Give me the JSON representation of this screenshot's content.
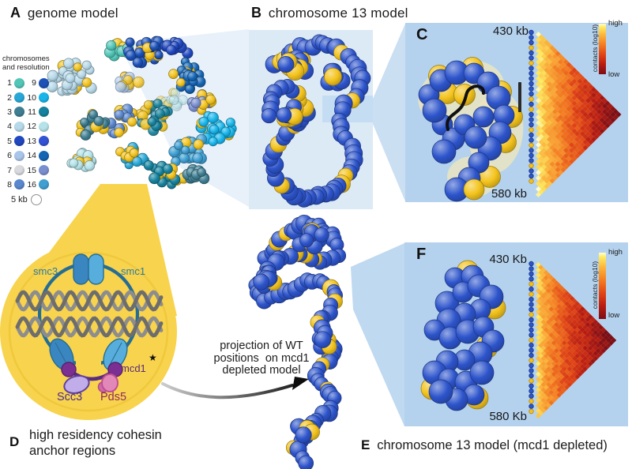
{
  "palette": {
    "sphere_blue": "#2d54cb",
    "sphere_yellow": "#f3c31c",
    "panel_light_blue": "#b4d2ee",
    "panel_pale_blue": "#dceaf6",
    "highlight_blue": "#c4ddf3",
    "wedge_pale": "#e8f1fa",
    "wedge_mid": "#cadff2",
    "wedge_bottom": "#bed9f0",
    "balloon_yellow": "#f8d34d",
    "balloon_ring": "#efc83c",
    "heatmap_stops": [
      "#fffbd4",
      "#ffea5f",
      "#fdb53a",
      "#f57b1f",
      "#e04214",
      "#ba1d10",
      "#7c0e14"
    ]
  },
  "panel_a": {
    "label": "A",
    "title": "genome model",
    "legend": {
      "heading_line1": "chromosomes",
      "heading_line2": "and resolution",
      "left": [
        {
          "n": "1",
          "c": "#52c7b8"
        },
        {
          "n": "2",
          "c": "#29a8d6"
        },
        {
          "n": "3",
          "c": "#3f7f93"
        },
        {
          "n": "4",
          "c": "#b7d9e9"
        },
        {
          "n": "5",
          "c": "#2148c0"
        },
        {
          "n": "6",
          "c": "#a9c6ea"
        },
        {
          "n": "7",
          "c": "#d8dadd"
        },
        {
          "n": "8",
          "c": "#5a87ce"
        }
      ],
      "right": [
        {
          "n": "9",
          "c": "#1c51b8"
        },
        {
          "n": "10",
          "c": "#18b5ea"
        },
        {
          "n": "11",
          "c": "#15829e"
        },
        {
          "n": "12",
          "c": "#b5e3e9"
        },
        {
          "n": "13",
          "c": "#3353d6"
        },
        {
          "n": "14",
          "c": "#1565b5"
        },
        {
          "n": "15",
          "c": "#7a8fd0"
        },
        {
          "n": "16",
          "c": "#3f9fd2"
        }
      ],
      "scalebar_label": "5 kb"
    }
  },
  "panel_b": {
    "label": "B",
    "title": "chromosome 13 model"
  },
  "panel_c": {
    "label": "C",
    "top_kb": "430 kb",
    "bottom_kb": "580 kb",
    "n_bins": 30,
    "yellow_dot_indices": [
      3,
      6,
      13,
      15,
      19,
      22,
      26,
      29
    ],
    "colorbar": {
      "high": "high",
      "low": "low",
      "axis": "contacts (log10)"
    }
  },
  "panel_d": {
    "label": "D",
    "caption_line1": "high residency cohesin",
    "caption_line2": "anchor regions",
    "proteins": {
      "smc3": "smc3",
      "smc1": "smc1",
      "mcd1": "mcd1",
      "star": "★",
      "scc3": "Scc3",
      "pds5": "Pds5"
    }
  },
  "panel_e": {
    "label": "E",
    "title": "chromosome 13 model (mcd1 depleted)"
  },
  "panel_f": {
    "label": "F",
    "top_kb": "430 Kb",
    "bottom_kb": "580 Kb",
    "n_bins": 30,
    "yellow_dot_indices": [
      4,
      6,
      10,
      15,
      19,
      23,
      27,
      29
    ],
    "colorbar": {
      "high": "high",
      "low": "low",
      "axis": "contacts (log10)"
    }
  },
  "annotation": {
    "line1": "projection of WT",
    "line2": "positions  on mcd1",
    "line3": "depleted model"
  }
}
